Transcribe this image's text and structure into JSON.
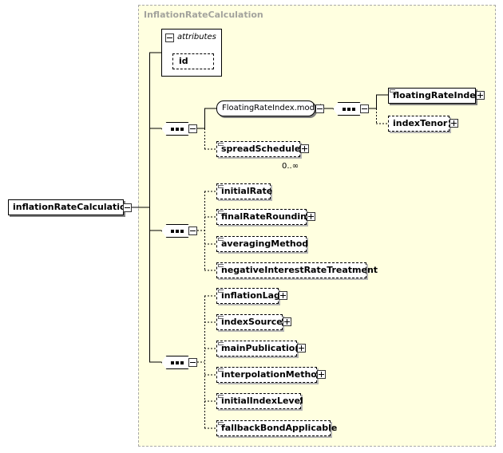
{
  "root": {
    "label": "inflationRateCalculation"
  },
  "type_box": {
    "title": "InflationRateCalculation"
  },
  "attributes": {
    "label": "attributes",
    "items": [
      "id"
    ]
  },
  "group1": {
    "model": "FloatingRateIndex.model",
    "model_children": [
      "floatingRateIndex",
      "indexTenor"
    ],
    "spread": {
      "label": "spreadSchedule",
      "occurs": "0..∞"
    }
  },
  "group2": {
    "items": [
      "initialRate",
      "finalRateRounding",
      "averagingMethod",
      "negativeInterestRateTreatment"
    ]
  },
  "group3": {
    "items": [
      "inflationLag",
      "indexSource",
      "mainPublication",
      "interpolationMethod",
      "initialIndexLevel",
      "fallbackBondApplicable"
    ]
  }
}
